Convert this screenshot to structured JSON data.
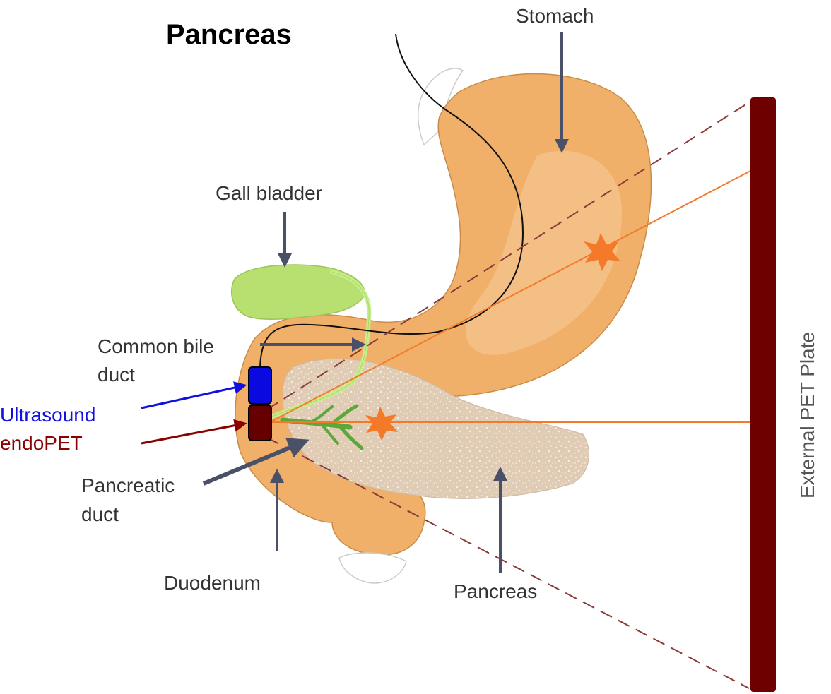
{
  "title": "Pancreas",
  "labels": {
    "stomach": "Stomach",
    "gall_bladder": "Gall bladder",
    "common_bile_duct_line1": "Common bile",
    "common_bile_duct_line2": "duct",
    "ultrasound": "Ultrasound",
    "endopet": "endoPET",
    "pancreatic_duct_line1": "Pancreatic",
    "pancreatic_duct_line2": "duct",
    "duodenum": "Duodenum",
    "pancreas": "Pancreas",
    "external_pet_plate": "External PET Plate"
  },
  "colors": {
    "stomach": "#f0b06a",
    "stomach_highlight": "#f6c48e",
    "gall_bladder": "#b8e070",
    "bile_duct": "#c6ee8a",
    "pancreas": "#e0cbb4",
    "pancreatic_duct": "#5aa83a",
    "ultrasound": "#0a0ae0",
    "ultrasound_text": "#1010e0",
    "endopet": "#660000",
    "endopet_text": "#8b0000",
    "pet_plate": "#6e0000",
    "event_star": "#f47a2a",
    "arrow": "#4a5068"
  }
}
